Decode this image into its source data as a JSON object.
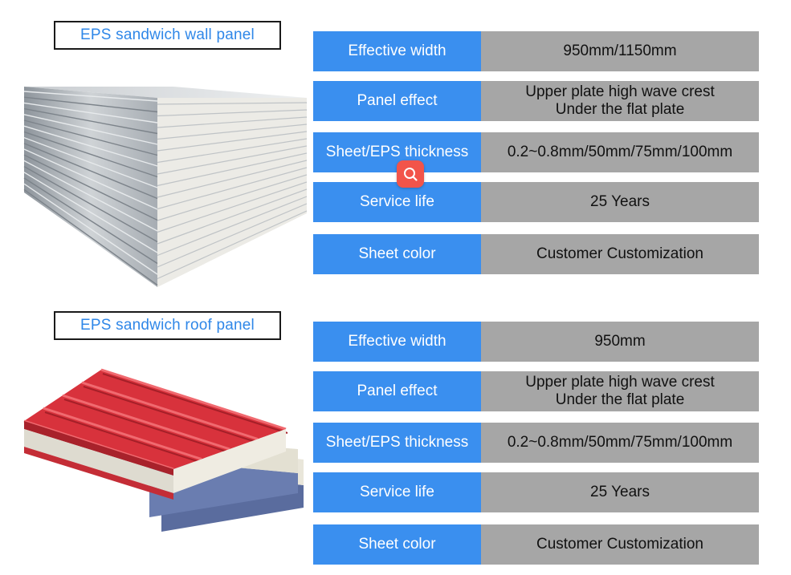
{
  "wall_panel": {
    "title": "EPS sandwich wall panel",
    "image": "wall-panel-stack-image",
    "specs": [
      {
        "label": "Effective width",
        "value": [
          "950mm/1150mm"
        ]
      },
      {
        "label": "Panel effect",
        "value": [
          "Upper plate high wave crest",
          "Under the flat plate"
        ]
      },
      {
        "label": "Sheet/EPS thickness",
        "value": [
          "0.2~0.8mm/50mm/75mm/100mm"
        ]
      },
      {
        "label": "Service life",
        "value": [
          "25 Years"
        ]
      },
      {
        "label": "Sheet color",
        "value": [
          "Customer Customization"
        ]
      }
    ]
  },
  "roof_panel": {
    "title": "EPS sandwich roof panel",
    "image": "roof-panel-stack-image",
    "specs": [
      {
        "label": "Effective width",
        "value": [
          "950mm"
        ]
      },
      {
        "label": "Panel effect",
        "value": [
          "Upper plate high wave crest",
          "Under the flat plate"
        ]
      },
      {
        "label": "Sheet/EPS thickness",
        "value": [
          "0.2~0.8mm/50mm/75mm/100mm"
        ]
      },
      {
        "label": "Service life",
        "value": [
          "25 Years"
        ]
      },
      {
        "label": "Sheet color",
        "value": [
          "Customer Customization"
        ]
      }
    ]
  },
  "overlay": {
    "icon": "search-icon"
  },
  "colors": {
    "label_bg": "#3a8fef",
    "value_bg": "#a6a6a6",
    "title_text": "#2f87e8",
    "roof_red": "#d8323c",
    "search_badge": "#f2544a"
  }
}
